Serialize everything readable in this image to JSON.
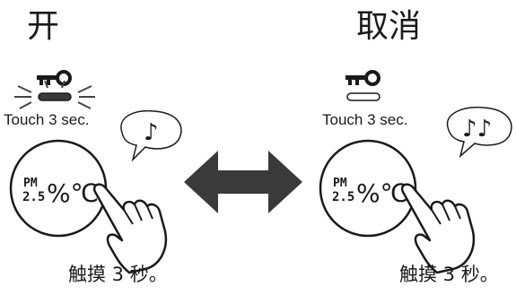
{
  "left": {
    "title": "开",
    "touch_label": "Touch 3 sec.",
    "button_pm": "PM",
    "button_pm_value": "2.5",
    "button_units": "%℃",
    "note": "♪",
    "caption": "触摸 3 秒。"
  },
  "right": {
    "title": "取消",
    "touch_label": "Touch 3 sec.",
    "button_pm": "PM",
    "button_pm_value": "2.5",
    "button_units": "%℃",
    "note": "♪♪",
    "caption": "触摸 3 秒。"
  },
  "colors": {
    "ink": "#1a1a1a",
    "arrow": "#3a3a3a",
    "led_on": "#3a3a3a",
    "led_off": "#ffffff"
  },
  "icons": [
    "key-icon",
    "hand-pointer-icon",
    "music-note-icon",
    "double-arrow-icon"
  ]
}
